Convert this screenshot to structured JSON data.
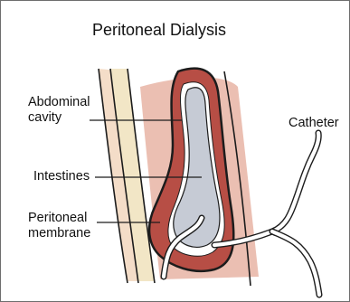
{
  "title": "Peritoneal Dialysis",
  "labels": {
    "abdominal_cavity_line1": "Abdominal",
    "abdominal_cavity_line2": "cavity",
    "intestines": "Intestines",
    "peritoneal_membrane_line1": "Peritoneal",
    "peritoneal_membrane_line2": "membrane",
    "catheter": "Catheter"
  },
  "colors": {
    "skin": "#f4ddc8",
    "body_wall": "#f2e6c6",
    "abdominal_cavity": "#ebbfb2",
    "peritoneal_membrane": "#b74e45",
    "intestines": "#c6cbd5",
    "outline": "#1c1c1c"
  }
}
